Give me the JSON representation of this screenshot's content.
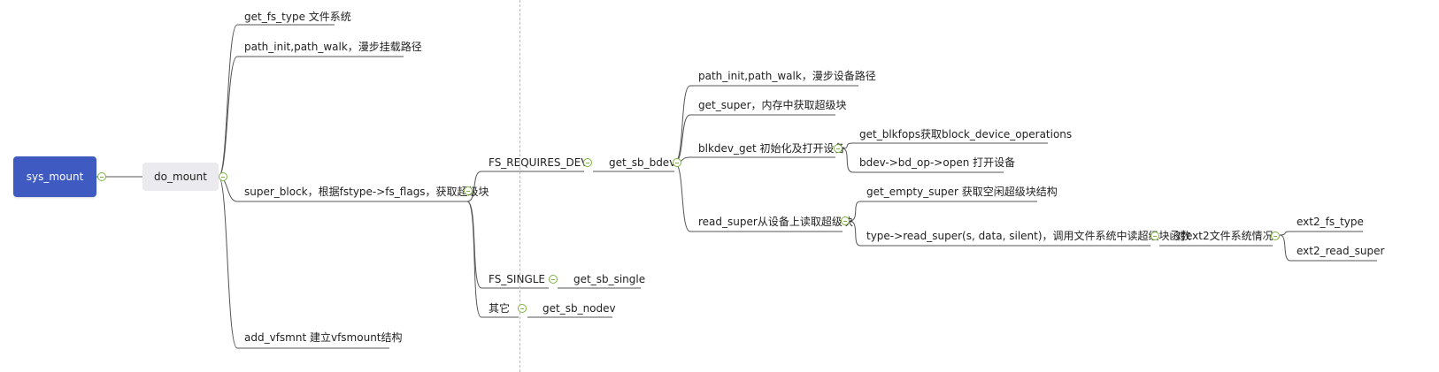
{
  "root": {
    "label": "sys_mount"
  },
  "main": {
    "label": "do_mount"
  },
  "nodes": {
    "get_fs_type": "get_fs_type 文件系统",
    "path_walk_mount": "path_init,path_walk，漫步挂载路径",
    "super_block": "super_block，根据fstype->fs_flags，获取超级块",
    "add_vfsmnt": "add_vfsmnt 建立vfsmount结构",
    "fs_requires_dev": "FS_REQUIRES_DEV",
    "fs_single": "FS_SINGLE",
    "other": "其它",
    "get_sb_bdev": "get_sb_bdev",
    "get_sb_single": "get_sb_single",
    "get_sb_nodev": "get_sb_nodev",
    "path_walk_dev": "path_init,path_walk，漫步设备路径",
    "get_super": "get_super，内存中获取超级块",
    "blkdev_get": "blkdev_get 初始化及打开设备",
    "read_super": "read_super从设备上读取超级块",
    "get_blkfops": "get_blkfops获取block_device_operations",
    "bd_op_open": "bdev->bd_op->open 打开设备",
    "get_empty_super": "get_empty_super 获取空闲超级块结构",
    "type_read_super": "type->read_super(s, data, silent)，调用文件系统中读超级块函数",
    "ext2_case": "对ext2文件系统情况",
    "ext2_fs_type": "ext2_fs_type",
    "ext2_read_super": "ext2_read_super"
  },
  "toggles": [
    "root-collapse-toggle",
    "do-mount-collapse-toggle",
    "super-block-collapse-toggle",
    "fs-requires-dev-collapse-toggle",
    "get-sb-bdev-collapse-toggle",
    "fs-single-collapse-toggle",
    "other-collapse-toggle",
    "blkdev-get-collapse-toggle",
    "read-super-collapse-toggle",
    "type-read-super-collapse-toggle",
    "ext2-case-collapse-toggle"
  ],
  "colors": {
    "root_fill": "#3f5bc1",
    "main_fill": "#ebebef",
    "branch_line": "#555555",
    "toggle": "#7cb342"
  }
}
